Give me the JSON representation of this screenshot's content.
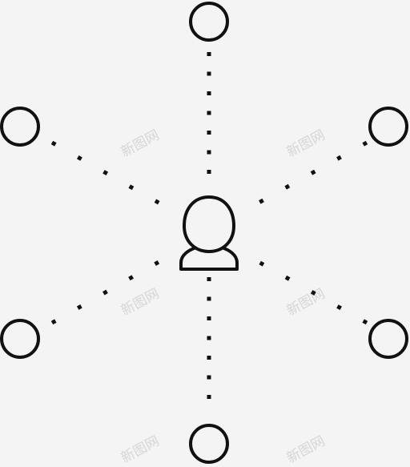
{
  "background_color": "#f4f4f4",
  "line_color": "#111111",
  "watermark_color": "#d6d6d6",
  "center_icon": "user-icon",
  "outer_node_icon": "circle-node",
  "outer_node_count": 6,
  "connector_style": "dotted",
  "watermark_text": "新图网"
}
